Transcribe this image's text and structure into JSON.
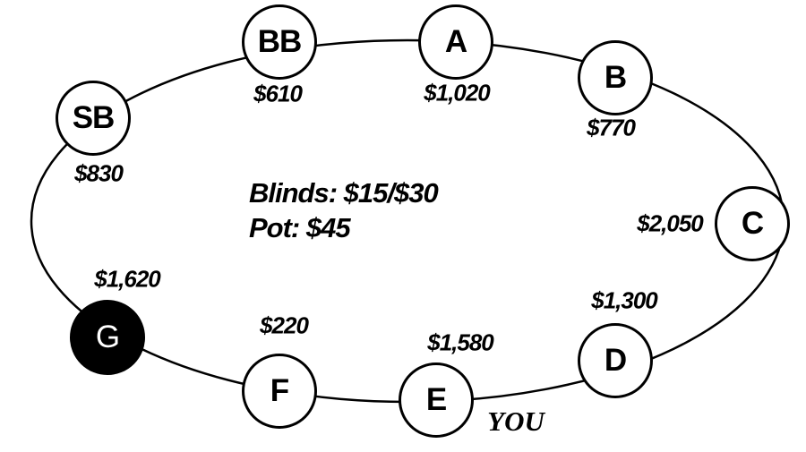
{
  "diagram": {
    "center_info": {
      "blinds": "Blinds: $15/$30",
      "pot": "Pot: $45"
    },
    "you_label": "YOU",
    "colors": {
      "background": "#ffffff",
      "line": "#000000",
      "text": "#000000",
      "seat_fill": "#ffffff",
      "dealer_seat_fill": "#000000",
      "dealer_seat_text": "#ffffff"
    },
    "seats": [
      {
        "id": "SB",
        "label": "SB",
        "stack": "$830",
        "dealer": false
      },
      {
        "id": "BB",
        "label": "BB",
        "stack": "$610",
        "dealer": false
      },
      {
        "id": "A",
        "label": "A",
        "stack": "$1,020",
        "dealer": false
      },
      {
        "id": "B",
        "label": "B",
        "stack": "$770",
        "dealer": false
      },
      {
        "id": "C",
        "label": "C",
        "stack": "$2,050",
        "dealer": false
      },
      {
        "id": "D",
        "label": "D",
        "stack": "$1,300",
        "dealer": false
      },
      {
        "id": "E",
        "label": "E",
        "stack": "$1,580",
        "dealer": false,
        "is_you": true
      },
      {
        "id": "F",
        "label": "F",
        "stack": "$220",
        "dealer": false
      },
      {
        "id": "G",
        "label": "G",
        "stack": "$1,620",
        "dealer": true
      }
    ]
  }
}
